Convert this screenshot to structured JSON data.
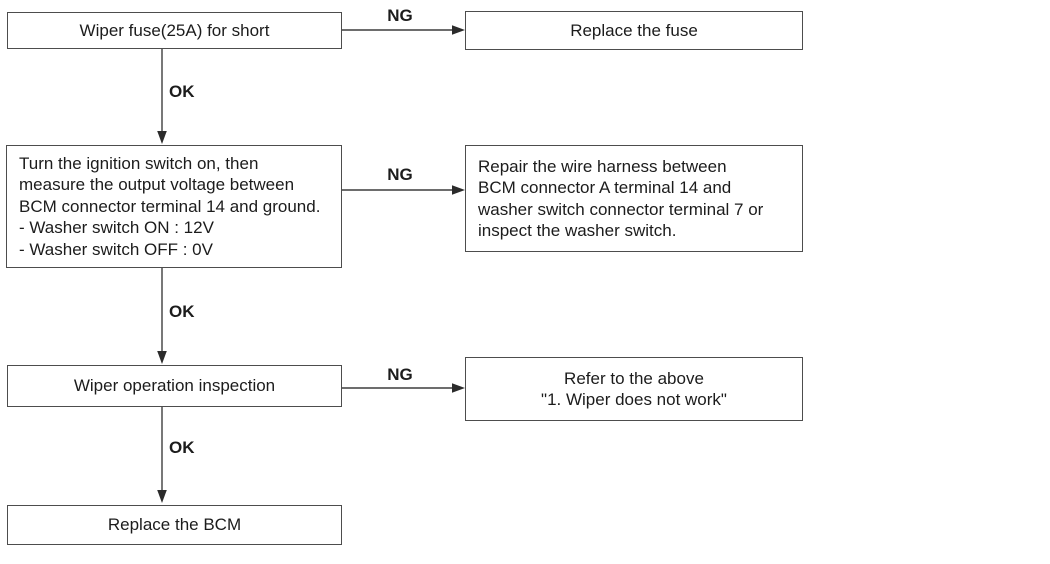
{
  "document": {
    "type": "troubleshooting-flowchart",
    "background": "#ffffff"
  },
  "colors": {
    "box_border": "#4d4d4d",
    "connector_line": "#3d3d3d",
    "arrowhead_fill": "#2b2b2b",
    "text": "#1c1c1c"
  },
  "labels": {
    "ok": "OK",
    "ng": "NG"
  },
  "nodes": {
    "check_fuse": {
      "label": "Wiper fuse(25A) for short"
    },
    "replace_fuse": {
      "label": "Replace the fuse"
    },
    "measure_voltage": {
      "label": "Turn the ignition switch on, then\nmeasure the output voltage between\nBCM connector terminal 14 and ground.\n- Washer switch ON : 12V\n- Washer switch OFF : 0V"
    },
    "repair_harness": {
      "label": "Repair the wire harness between\nBCM connector A terminal 14 and\nwasher switch connector terminal 7 or\ninspect the washer switch."
    },
    "wiper_inspection": {
      "label": "Wiper operation inspection"
    },
    "refer_above": {
      "label": "Refer to the above\n\"1. Wiper does not work\""
    },
    "replace_bcm": {
      "label": "Replace the BCM"
    }
  }
}
